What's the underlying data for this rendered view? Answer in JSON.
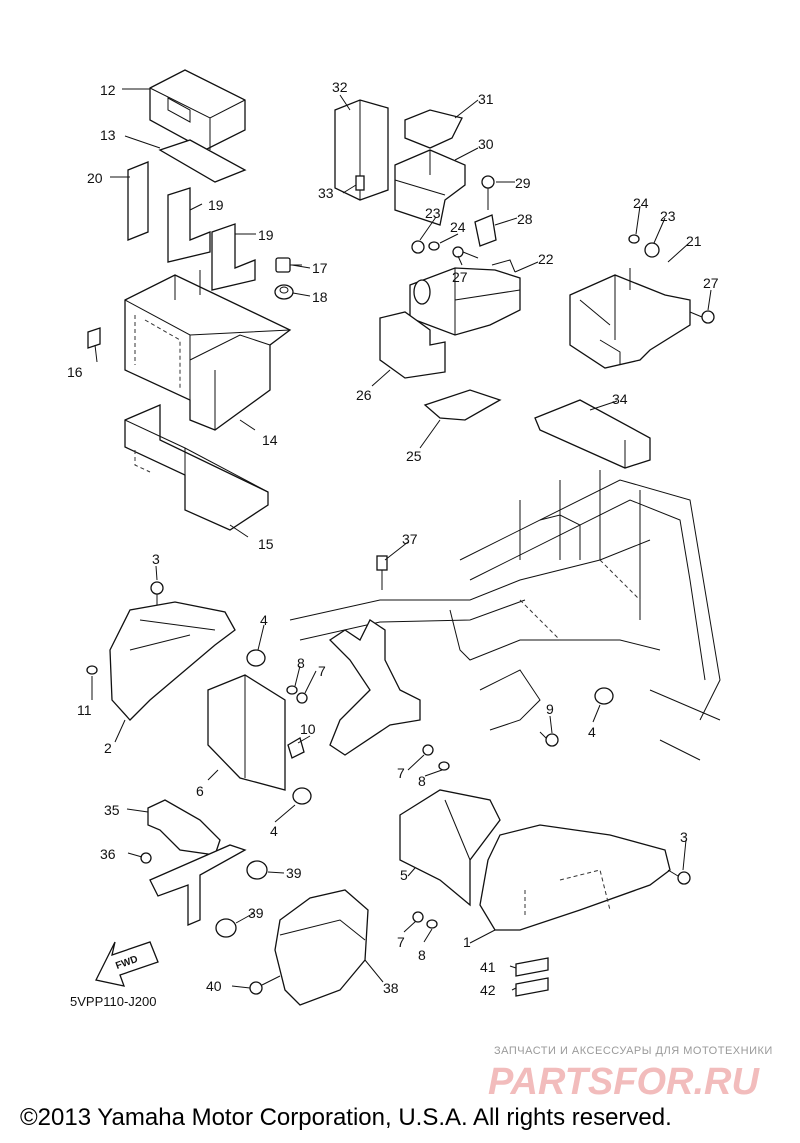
{
  "diagram": {
    "part_labels": [
      {
        "id": "p12",
        "text": "12"
      },
      {
        "id": "p13",
        "text": "13"
      },
      {
        "id": "p20",
        "text": "20"
      },
      {
        "id": "p19a",
        "text": "19"
      },
      {
        "id": "p19b",
        "text": "19"
      },
      {
        "id": "p17",
        "text": "17"
      },
      {
        "id": "p18",
        "text": "18"
      },
      {
        "id": "p16",
        "text": "16"
      },
      {
        "id": "p14",
        "text": "14"
      },
      {
        "id": "p15",
        "text": "15"
      },
      {
        "id": "p32",
        "text": "32"
      },
      {
        "id": "p31",
        "text": "31"
      },
      {
        "id": "p30",
        "text": "30"
      },
      {
        "id": "p33",
        "text": "33"
      },
      {
        "id": "p29",
        "text": "29"
      },
      {
        "id": "p23a",
        "text": "23"
      },
      {
        "id": "p24a",
        "text": "24"
      },
      {
        "id": "p28",
        "text": "28"
      },
      {
        "id": "p27a",
        "text": "27"
      },
      {
        "id": "p22",
        "text": "22"
      },
      {
        "id": "p26",
        "text": "26"
      },
      {
        "id": "p25",
        "text": "25"
      },
      {
        "id": "p24b",
        "text": "24"
      },
      {
        "id": "p23b",
        "text": "23"
      },
      {
        "id": "p21",
        "text": "21"
      },
      {
        "id": "p27b",
        "text": "27"
      },
      {
        "id": "p34",
        "text": "34"
      },
      {
        "id": "p37",
        "text": "37"
      },
      {
        "id": "p3a",
        "text": "3"
      },
      {
        "id": "p4a",
        "text": "4"
      },
      {
        "id": "p11",
        "text": "11"
      },
      {
        "id": "p2",
        "text": "2"
      },
      {
        "id": "p8a",
        "text": "8"
      },
      {
        "id": "p7a",
        "text": "7"
      },
      {
        "id": "p10",
        "text": "10"
      },
      {
        "id": "p6",
        "text": "6"
      },
      {
        "id": "p9",
        "text": "9"
      },
      {
        "id": "p4b",
        "text": "4"
      },
      {
        "id": "p7b",
        "text": "7"
      },
      {
        "id": "p8b",
        "text": "8"
      },
      {
        "id": "p4c",
        "text": "4"
      },
      {
        "id": "p35",
        "text": "35"
      },
      {
        "id": "p36",
        "text": "36"
      },
      {
        "id": "p39a",
        "text": "39"
      },
      {
        "id": "p39b",
        "text": "39"
      },
      {
        "id": "p5",
        "text": "5"
      },
      {
        "id": "p3b",
        "text": "3"
      },
      {
        "id": "p7c",
        "text": "7"
      },
      {
        "id": "p8c",
        "text": "8"
      },
      {
        "id": "p1",
        "text": "1"
      },
      {
        "id": "p41",
        "text": "41"
      },
      {
        "id": "p42",
        "text": "42"
      },
      {
        "id": "p40",
        "text": "40"
      },
      {
        "id": "p38",
        "text": "38"
      }
    ],
    "fwd_arrow_label": "FWD",
    "drawing_code": "5VPP110-J200"
  },
  "watermark": {
    "tagline": "ЗАПЧАСТИ И АКСЕССУАРЫ ДЛЯ МОТОТЕХНИКИ",
    "brand": "PARTSFOR.RU"
  },
  "footer": {
    "copyright": "©2013 Yamaha Motor Corporation, U.S.A. All rights reserved."
  }
}
